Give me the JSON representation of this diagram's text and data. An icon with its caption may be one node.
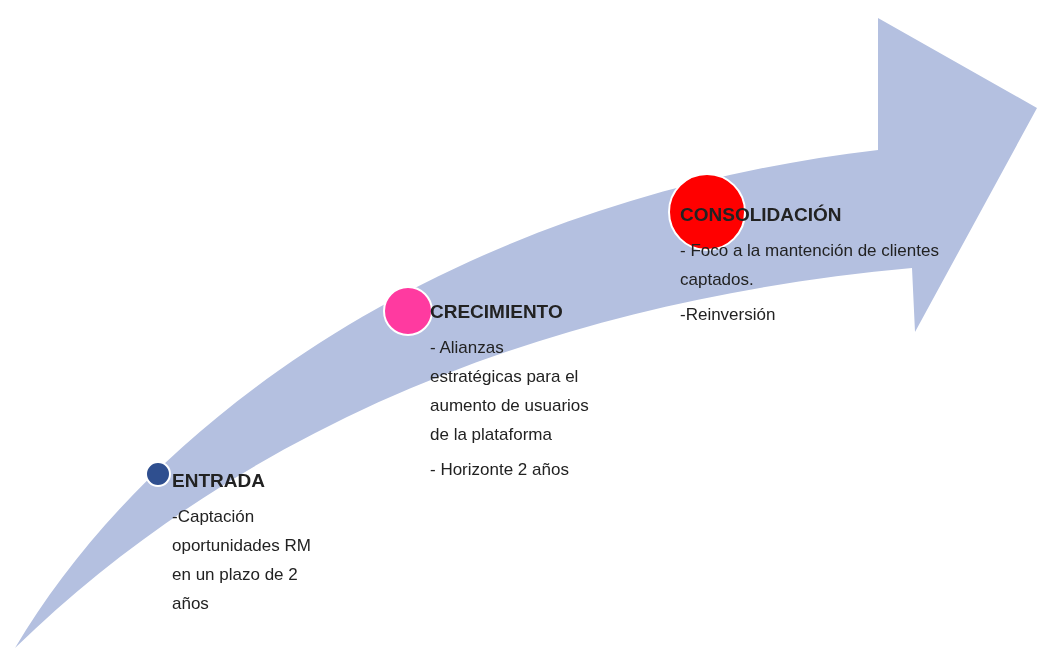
{
  "diagram": {
    "nodes": [
      {
        "text": [
          "ENTRADA",
          "-Captación oportunidades RM en un plazo de 2 años"
        ]
      },
      {
        "text": [
          "CRECIMIENTO",
          "- Alianzas estratégicas para el aumento de usuarios de la plataforma",
          "- Horizonte 2 años"
        ]
      },
      {
        "text": [
          "CONSOLIDACIÓN",
          "- Foco a la mantención de clientes captados.",
          "-Reinversión"
        ]
      }
    ],
    "edges": []
  }
}
